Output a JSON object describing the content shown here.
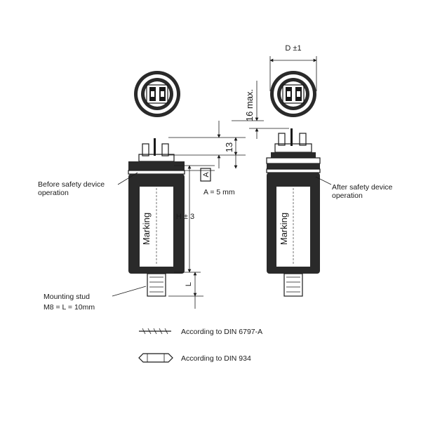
{
  "labels": {
    "before_safety": [
      "Before safety device",
      "operation"
    ],
    "after_safety": [
      "After safety device",
      "operation"
    ],
    "mounting_stud": [
      "Mounting stud",
      "M8 = L = 10mm"
    ],
    "marking": "Marking",
    "legend_thread": "According to DIN 6797-A",
    "legend_nut": "According to DIN 934"
  },
  "dimensions": {
    "diameter": "D ±1",
    "max_height": "16 max.",
    "terminal": "13",
    "a_box": "A",
    "a_value": "A = 5 mm",
    "height": "H ± 3",
    "stud_length": "L"
  },
  "colors": {
    "ink": "#1a1a1a",
    "body_fill": "#ffffff"
  }
}
